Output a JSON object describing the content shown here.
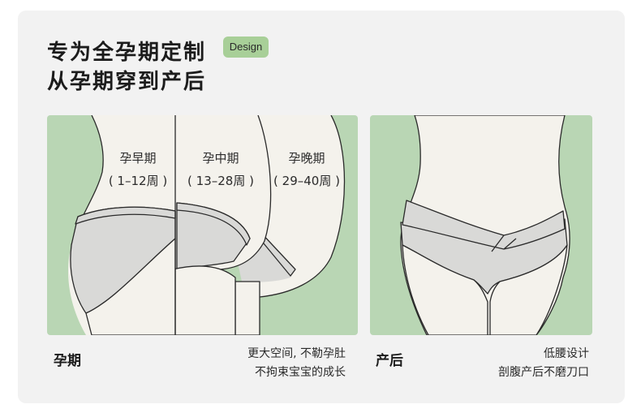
{
  "heading": {
    "line1": "专为全孕期定制",
    "line2": "从孕期穿到产后",
    "badge": "Design"
  },
  "colors": {
    "card_bg": "#f2f2f2",
    "panel_green": "#b9d6b4",
    "badge_bg": "#a8cf98",
    "skin": "#f4f2ec",
    "fabric": "#d9d9d7",
    "outline": "#2a2a2a"
  },
  "pregnancy_panel": {
    "stages": [
      {
        "name": "孕早期",
        "range": "( 1–12周 )"
      },
      {
        "name": "孕中期",
        "range": "( 13–28周 )"
      },
      {
        "name": "孕晚期",
        "range": "( 29–40周 )"
      }
    ],
    "label": "孕期",
    "description": [
      "更大空间, 不勒孕肚",
      "不拘束宝宝的成长"
    ]
  },
  "postpartum_panel": {
    "label": "产后",
    "description": [
      "低腰设计",
      "剖腹产后不磨刀口"
    ]
  }
}
